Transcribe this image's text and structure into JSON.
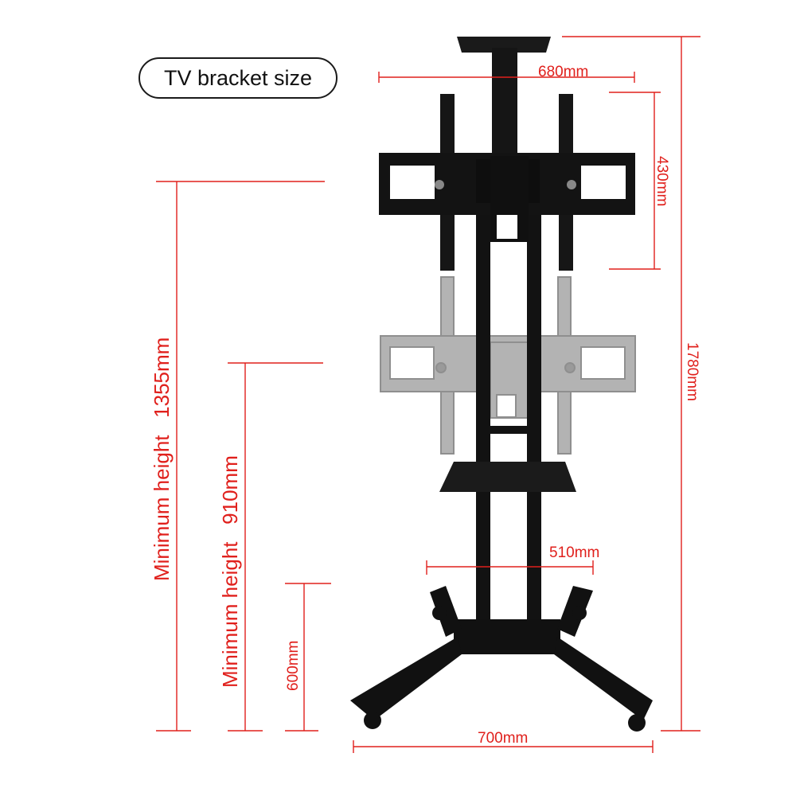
{
  "header": {
    "label": "TV bracket size"
  },
  "dimensions": {
    "bracket_width": "680mm",
    "bracket_height": "430mm",
    "total_height": "1780mm",
    "min_height_1355": "Minimum height   1355mm",
    "min_height_910": "Minimum height   910mm",
    "shelf_height": "600mm",
    "base_inner_width": "510mm",
    "base_width": "700mm"
  },
  "colors": {
    "dimension": "#e0201c",
    "stand": "#111111",
    "ghost": "#9a9a9a"
  }
}
